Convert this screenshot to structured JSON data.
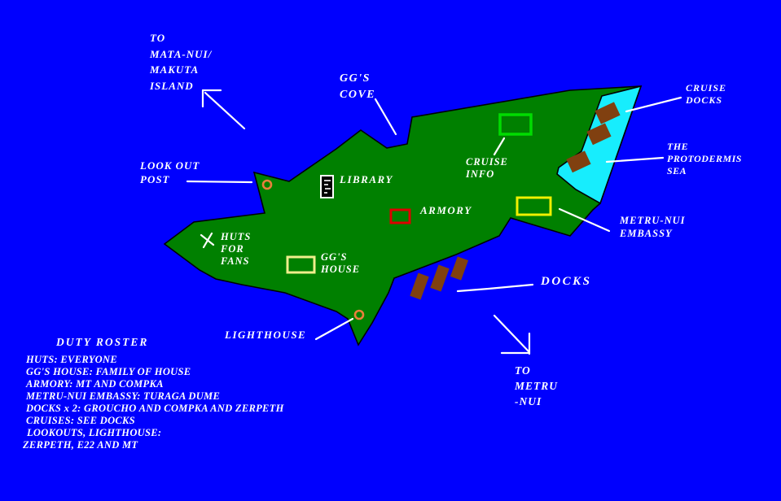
{
  "title": "Island map (paint drawing)",
  "colors": {
    "ocean_blue": "#0000FE",
    "island_green": "#008000",
    "sea_cyan": "#17EDFD",
    "dock_brown": "#804010",
    "outline_black": "#000000",
    "label_white": "#FFFFFF",
    "armory_red": "#DE0000",
    "cruise_info_green": "#00DC00",
    "embassy_yellow": "#F0F000",
    "ggs_house_yellow": "#F0EE8C",
    "marker_orange": "#E8803C",
    "library_black": "#000000"
  },
  "map_labels": {
    "to_mata_nui": {
      "lines": [
        "TO",
        "MATA-NUI/",
        "MAKUTA",
        "ISLAND"
      ]
    },
    "ggs_cove": {
      "lines": [
        "GG'S",
        "COVE"
      ]
    },
    "cruise_docks": {
      "lines": [
        "CRUISE",
        "DOCKS"
      ]
    },
    "protodermis_sea": {
      "lines": [
        "THE",
        "PROTODERMIS",
        "SEA"
      ]
    },
    "lookout_post": {
      "lines": [
        "LOOK OUT",
        "POST"
      ]
    },
    "library": {
      "lines": [
        "LIBRARY"
      ]
    },
    "cruise_info": {
      "lines": [
        "CRUISE",
        "INFO"
      ]
    },
    "armory": {
      "lines": [
        "ARMORY"
      ]
    },
    "metru_nui_embassy": {
      "lines": [
        "METRU-NUI",
        "EMBASSY"
      ]
    },
    "huts_for_fans": {
      "lines": [
        "HUTS",
        "FOR",
        "FANS"
      ]
    },
    "ggs_house": {
      "lines": [
        "GG'S",
        "HOUSE"
      ]
    },
    "docks": {
      "lines": [
        "DOCKS"
      ]
    },
    "lighthouse": {
      "lines": [
        "LIGHTHOUSE"
      ]
    },
    "to_metru_nui": {
      "lines": [
        "TO",
        "METRU",
        "-NUI"
      ]
    }
  },
  "duty_roster": {
    "title": "DUTY ROSTER",
    "entries": [
      "HUTS: EVERYONE",
      "GG'S HOUSE: FAMILY OF HOUSE",
      "ARMORY: MT AND COMPKA",
      "METRU-NUI EMBASSY: TURAGA DUME",
      "DOCKS x 2: GROUCHO AND COMPKA AND ZERPETH",
      "CRUISES: SEE DOCKS",
      "LOOKOUTS, LIGHTHOUSE:",
      "ZERPETH, E22 AND MT"
    ]
  }
}
